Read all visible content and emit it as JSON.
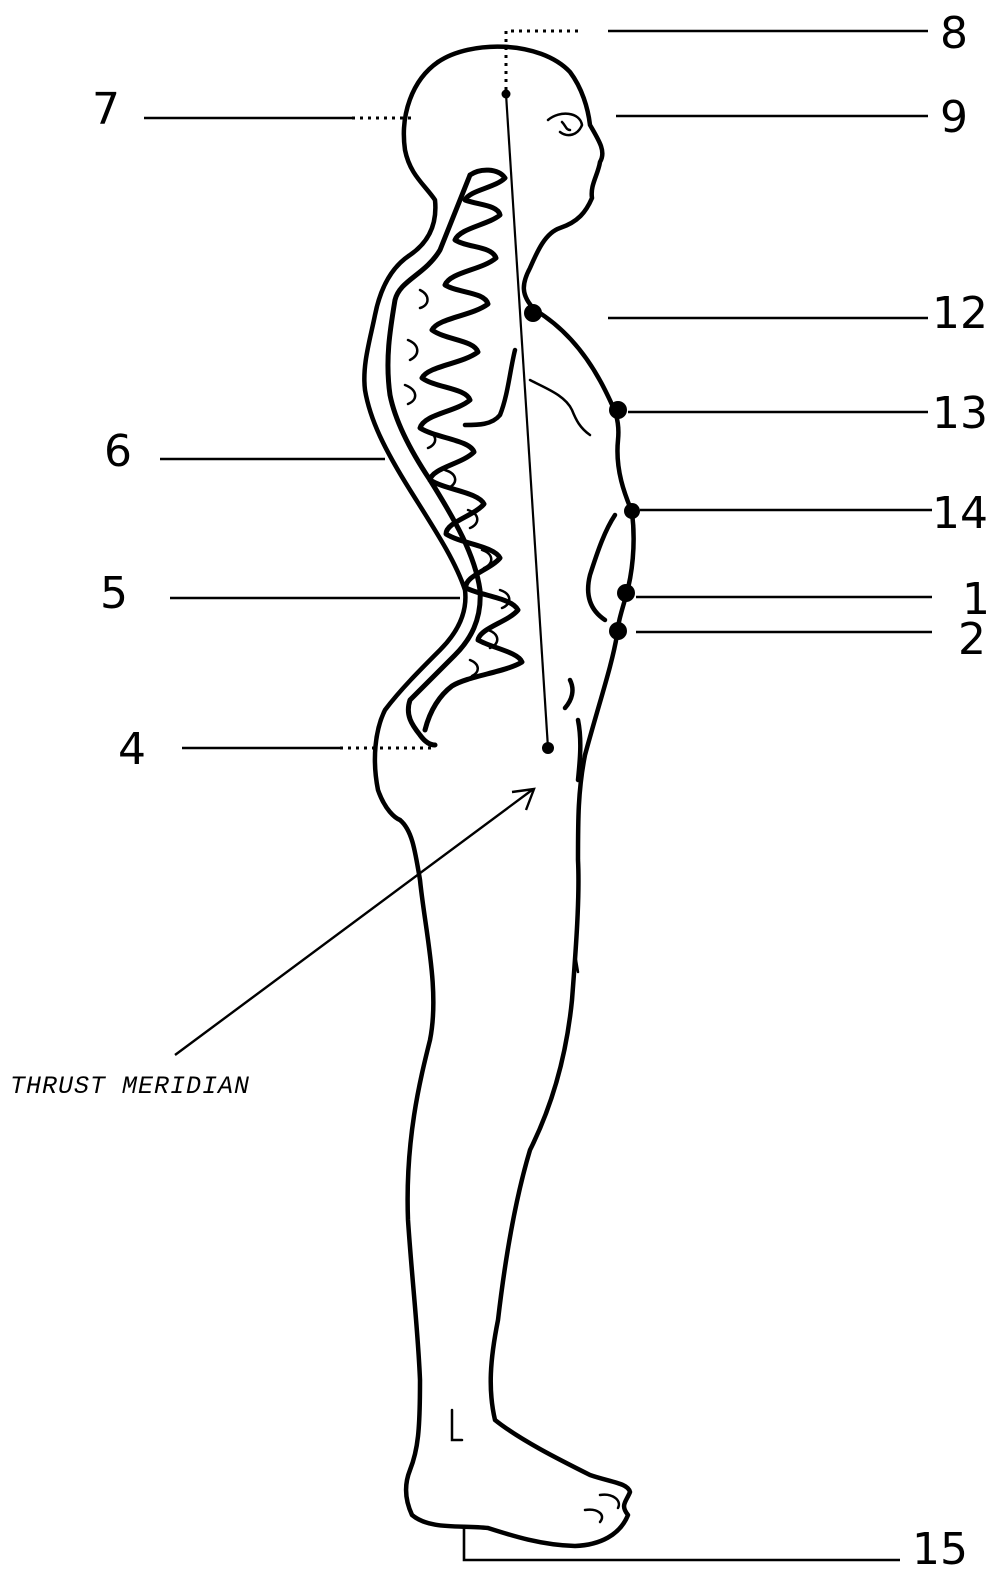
{
  "labels": {
    "l1": "1",
    "l2": "2",
    "l4": "4",
    "l5": "5",
    "l6": "6",
    "l7": "7",
    "l8": "8",
    "l9": "9",
    "l12": "12",
    "l13": "13",
    "l14": "14",
    "l15": "15"
  },
  "caption": "THRUST MERIDIAN",
  "colors": {
    "ink": "#000000",
    "paper": "#ffffff"
  }
}
